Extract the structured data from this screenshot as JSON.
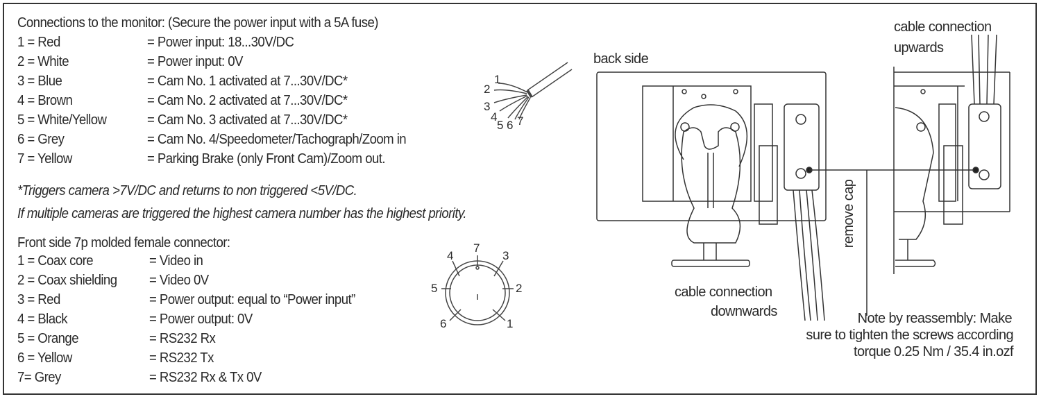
{
  "monitor_connections": {
    "title": "Connections to the monitor: (Secure the power input with a 5A fuse)",
    "rows": [
      {
        "pin": "1 = Red",
        "function": "= Power input: 18...30V/DC"
      },
      {
        "pin": "2 = White",
        "function": "= Power input: 0V"
      },
      {
        "pin": "3 = Blue",
        "function": "= Cam No. 1 activated at 7...30V/DC*"
      },
      {
        "pin": "4 = Brown",
        "function": "= Cam No. 2 activated at 7...30V/DC*"
      },
      {
        "pin": "5 = White/Yellow",
        "function": "= Cam No. 3 activated at 7...30V/DC*"
      },
      {
        "pin": "6 = Grey",
        "function": "= Cam No. 4/Speedometer/Tachograph/Zoom in"
      },
      {
        "pin": "7 = Yellow",
        "function": "= Parking Brake (only Front Cam)/Zoom out."
      }
    ],
    "footnote_1": "*Triggers camera >7V/DC and returns to non triggered <5V/DC.",
    "footnote_2": "If multiple cameras are triggered the highest camera number has the highest priority."
  },
  "front_connector": {
    "title": "Front side 7p molded female connector:",
    "rows": [
      {
        "pin": "1 = Coax core",
        "function": "= Video in"
      },
      {
        "pin": "2 = Coax shielding",
        "function": "= Video 0V"
      },
      {
        "pin": "3 = Red",
        "function": "= Power output: equal to “Power input”"
      },
      {
        "pin": "4 = Black",
        "function": "= Power output: 0V"
      },
      {
        "pin": "5 = Orange",
        "function": "= RS232 Rx"
      },
      {
        "pin": "6 = Yellow",
        "function": "= RS232 Tx"
      },
      {
        "pin": "7= Grey",
        "function": "= RS232 Rx & Tx 0V"
      }
    ]
  },
  "cable_wire_labels": [
    "1",
    "2",
    "3",
    "4",
    "5",
    "6",
    "7"
  ],
  "connector_pin_labels": [
    "1",
    "2",
    "3",
    "4",
    "5",
    "6",
    "7"
  ],
  "diagram_labels": {
    "back_side": "back side",
    "cable_up_1": "cable connection",
    "cable_up_2": "upwards",
    "cable_down_1": "cable connection",
    "cable_down_2": "downwards",
    "remove_cap": "remove cap",
    "note_1": "Note by reassembly: Make",
    "note_2": "sure to tighten the screws according",
    "note_3": "torque 0.25 Nm / 35.4 in.ozf"
  }
}
